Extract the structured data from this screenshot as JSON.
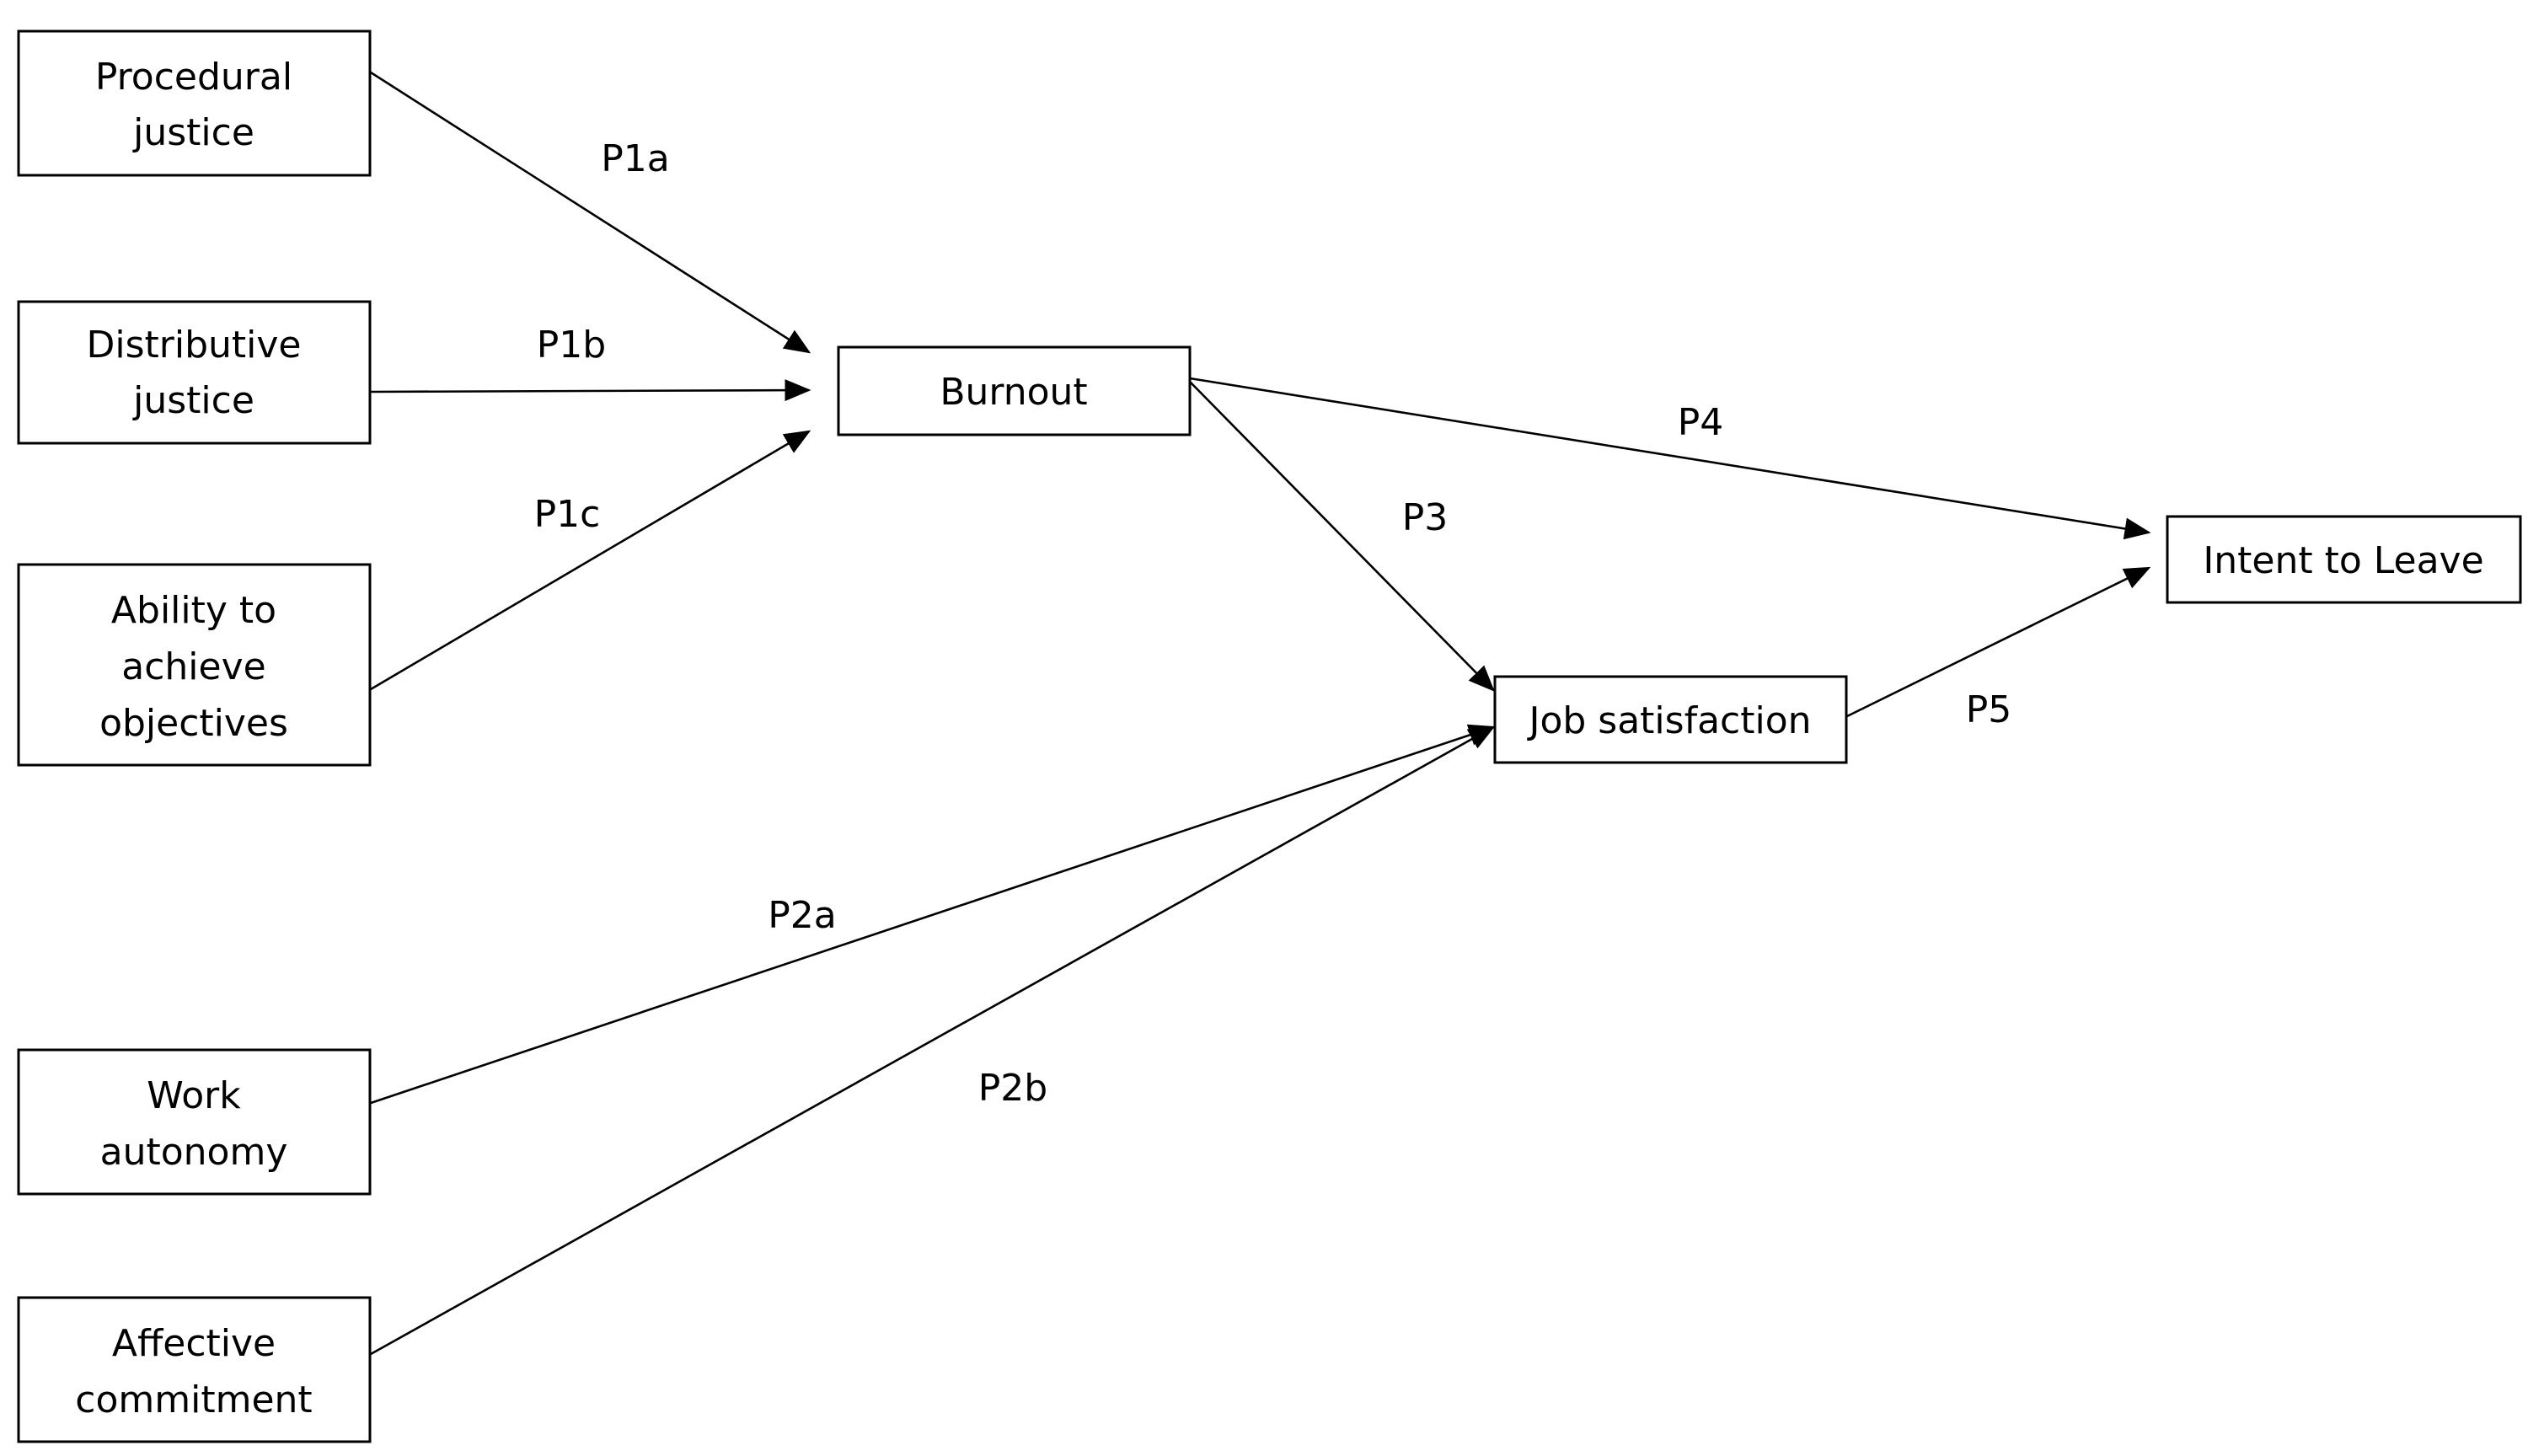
{
  "nodes": {
    "procedural_justice": {
      "lines": [
        "Procedural",
        "justice"
      ]
    },
    "distributive_justice": {
      "lines": [
        "Distributive",
        "justice"
      ]
    },
    "ability_objectives": {
      "lines": [
        "Ability to",
        "achieve",
        "objectives"
      ]
    },
    "work_autonomy": {
      "lines": [
        "Work",
        "autonomy"
      ]
    },
    "affective_commitment": {
      "lines": [
        "Affective",
        "commitment"
      ]
    },
    "burnout": {
      "lines": [
        "Burnout"
      ]
    },
    "job_satisfaction": {
      "lines": [
        "Job satisfaction"
      ]
    },
    "intent_to_leave": {
      "lines": [
        "Intent to Leave"
      ]
    }
  },
  "edges": {
    "p1a": {
      "label": "P1a",
      "from": "procedural_justice",
      "to": "burnout"
    },
    "p1b": {
      "label": "P1b",
      "from": "distributive_justice",
      "to": "burnout"
    },
    "p1c": {
      "label": "P1c",
      "from": "ability_objectives",
      "to": "burnout"
    },
    "p2a": {
      "label": "P2a",
      "from": "work_autonomy",
      "to": "job_satisfaction"
    },
    "p2b": {
      "label": "P2b",
      "from": "affective_commitment",
      "to": "job_satisfaction"
    },
    "p3": {
      "label": "P3",
      "from": "burnout",
      "to": "job_satisfaction"
    },
    "p4": {
      "label": "P4",
      "from": "burnout",
      "to": "intent_to_leave"
    },
    "p5": {
      "label": "P5",
      "from": "job_satisfaction",
      "to": "intent_to_leave"
    }
  }
}
